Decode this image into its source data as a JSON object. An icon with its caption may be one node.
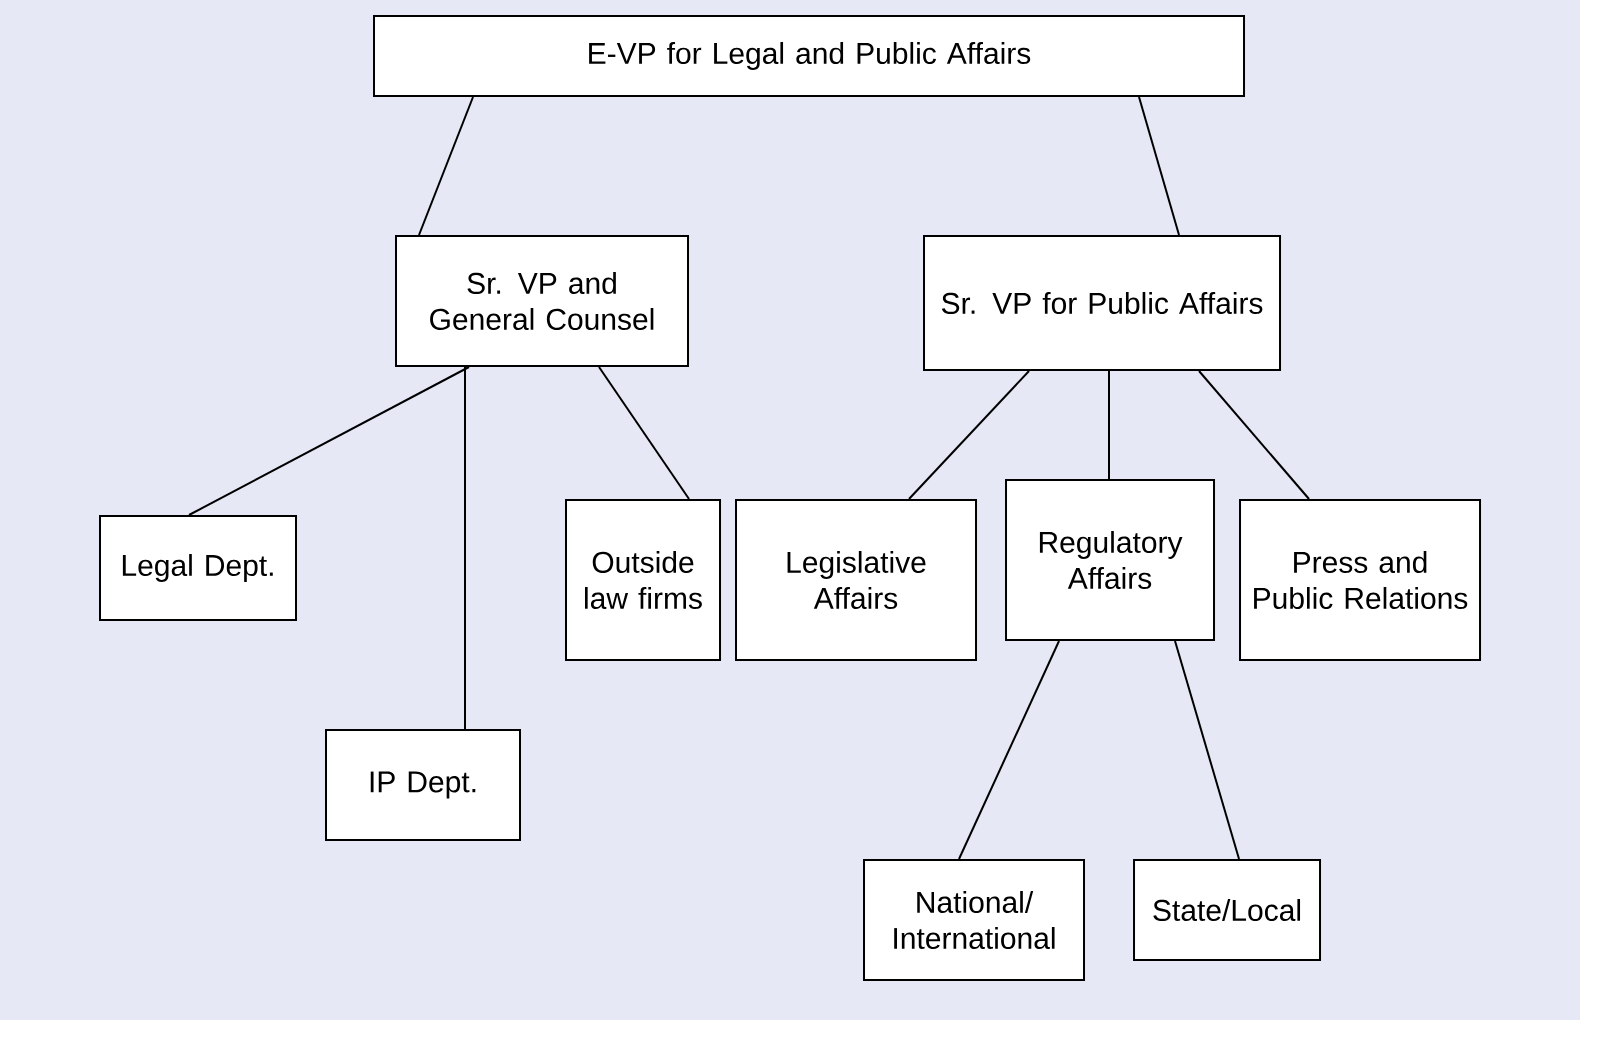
{
  "diagram": {
    "nodes": [
      {
        "text": [
          "E-VP for Legal and Public Affairs"
        ]
      },
      {
        "text": [
          "Sr. VP and General Counsel"
        ]
      },
      {
        "text": [
          "Sr. VP for Public Affairs"
        ]
      },
      {
        "text": [
          "Legal Dept."
        ]
      },
      {
        "text": [
          "IP Dept."
        ]
      },
      {
        "text": [
          "Outside law firms"
        ]
      },
      {
        "text": [
          "Legislative Affairs"
        ]
      },
      {
        "text": [
          "Regulatory Affairs"
        ]
      },
      {
        "text": [
          "Press and Public Relations"
        ]
      },
      {
        "text": [
          "National/ International"
        ]
      },
      {
        "text": [
          "State/Local"
        ]
      }
    ],
    "edges": [
      {
        "from": 0,
        "to": 1,
        "arrow": "none"
      },
      {
        "from": 0,
        "to": 2,
        "arrow": "none"
      },
      {
        "from": 1,
        "to": 3,
        "arrow": "none"
      },
      {
        "from": 1,
        "to": 4,
        "arrow": "none"
      },
      {
        "from": 1,
        "to": 5,
        "arrow": "none"
      },
      {
        "from": 2,
        "to": 6,
        "arrow": "none"
      },
      {
        "from": 2,
        "to": 7,
        "arrow": "none"
      },
      {
        "from": 2,
        "to": 8,
        "arrow": "none"
      },
      {
        "from": 7,
        "to": 9,
        "arrow": "none"
      },
      {
        "from": 7,
        "to": 10,
        "arrow": "none"
      }
    ]
  }
}
